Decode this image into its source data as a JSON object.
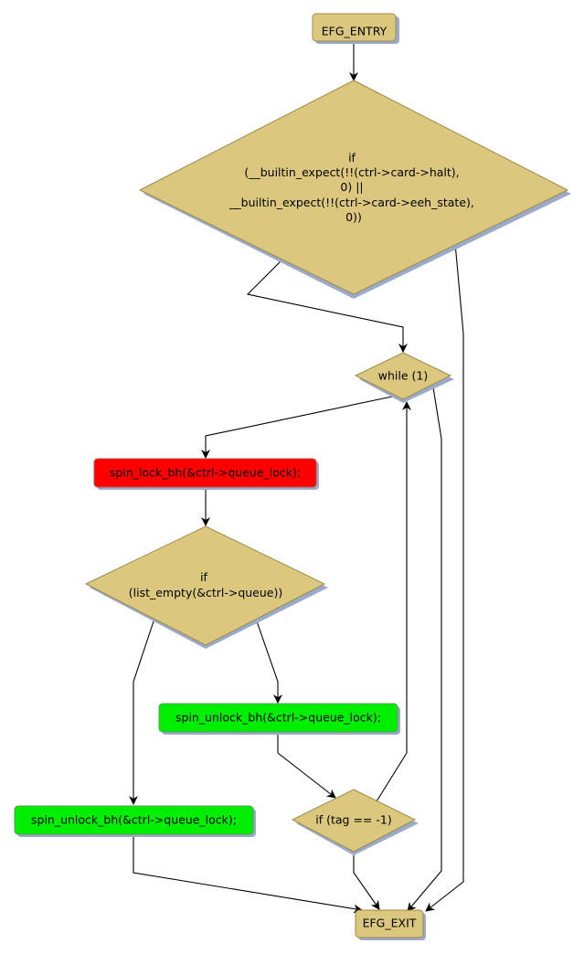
{
  "diagram": {
    "type": "control-flow-graph",
    "colors": {
      "node_fill": "#dbc87e",
      "node_stroke": "#9c8a4a",
      "shadow": "#9aaac8",
      "red_fill": "#ff0000",
      "green_fill": "#00ee00",
      "edge": "#000000"
    },
    "nodes": {
      "entry": {
        "label": "EFG_ENTRY"
      },
      "cond1": {
        "lines": [
          "if",
          "(__builtin_expect(!!(ctrl->card->halt),",
          "0) ||",
          "__builtin_expect(!!(ctrl->card->eeh_state),",
          "0))"
        ]
      },
      "loop": {
        "label": "while (1)"
      },
      "lock": {
        "label": "spin_lock_bh(&ctrl->queue_lock);"
      },
      "cond2": {
        "lines": [
          "if",
          "(list_empty(&ctrl->queue))"
        ]
      },
      "unlock_right": {
        "label": "spin_unlock_bh(&ctrl->queue_lock);"
      },
      "unlock_left": {
        "label": "spin_unlock_bh(&ctrl->queue_lock);"
      },
      "cond3": {
        "label": "if (tag == -1)"
      },
      "exit": {
        "label": "EFG_EXIT"
      }
    }
  }
}
